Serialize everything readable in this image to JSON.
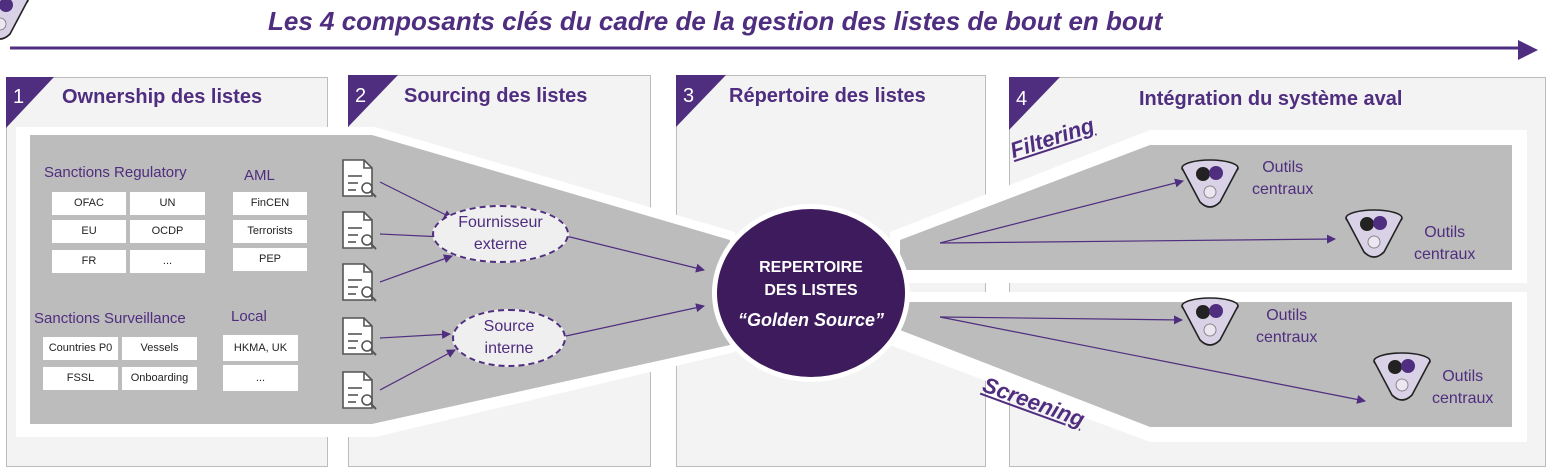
{
  "title": "Les 4 composants clés du cadre de la gestion des listes de bout en bout",
  "colors": {
    "accent": "#4f2d7f",
    "hub": "#3d1b5c",
    "band": "#bcbcbc",
    "panel": "#f3f3f3"
  },
  "panels": [
    {
      "number": "1",
      "title": "Ownership des listes"
    },
    {
      "number": "2",
      "title": "Sourcing des listes"
    },
    {
      "number": "3",
      "title": "Répertoire des listes"
    },
    {
      "number": "4",
      "title": "Intégration du système aval"
    }
  ],
  "ownership": {
    "sanctions_regulatory": {
      "label": "Sanctions Regulatory",
      "items": [
        "OFAC",
        "UN",
        "EU",
        "OCDP",
        "FR",
        "..."
      ]
    },
    "aml": {
      "label": "AML",
      "items": [
        "FinCEN",
        "Terrorists",
        "PEP"
      ]
    },
    "sanctions_surveillance": {
      "label": "Sanctions Surveillance",
      "items": [
        "Countries P0",
        "Vessels",
        "FSSL",
        "Onboarding"
      ]
    },
    "local": {
      "label": "Local",
      "items": [
        "HKMA, UK",
        "..."
      ]
    }
  },
  "sourcing": {
    "document_icon": "document-search-icon",
    "fournisseur": [
      "Fournisseur",
      "externe"
    ],
    "source": [
      "Source",
      "interne"
    ]
  },
  "hub": {
    "line1": "REPERTOIRE",
    "line2": "DES LISTES",
    "golden": "“Golden Source”"
  },
  "integration": {
    "filtering": "Filtering",
    "screening": "Screening",
    "tool_icon": "funnel-bowl-icon",
    "tools": [
      {
        "line1": "Outils",
        "line2": "centraux"
      },
      {
        "line1": "Outils",
        "line2": "centraux"
      },
      {
        "line1": "Outils",
        "line2": "centraux"
      },
      {
        "line1": "Outils",
        "line2": "centraux"
      }
    ]
  }
}
